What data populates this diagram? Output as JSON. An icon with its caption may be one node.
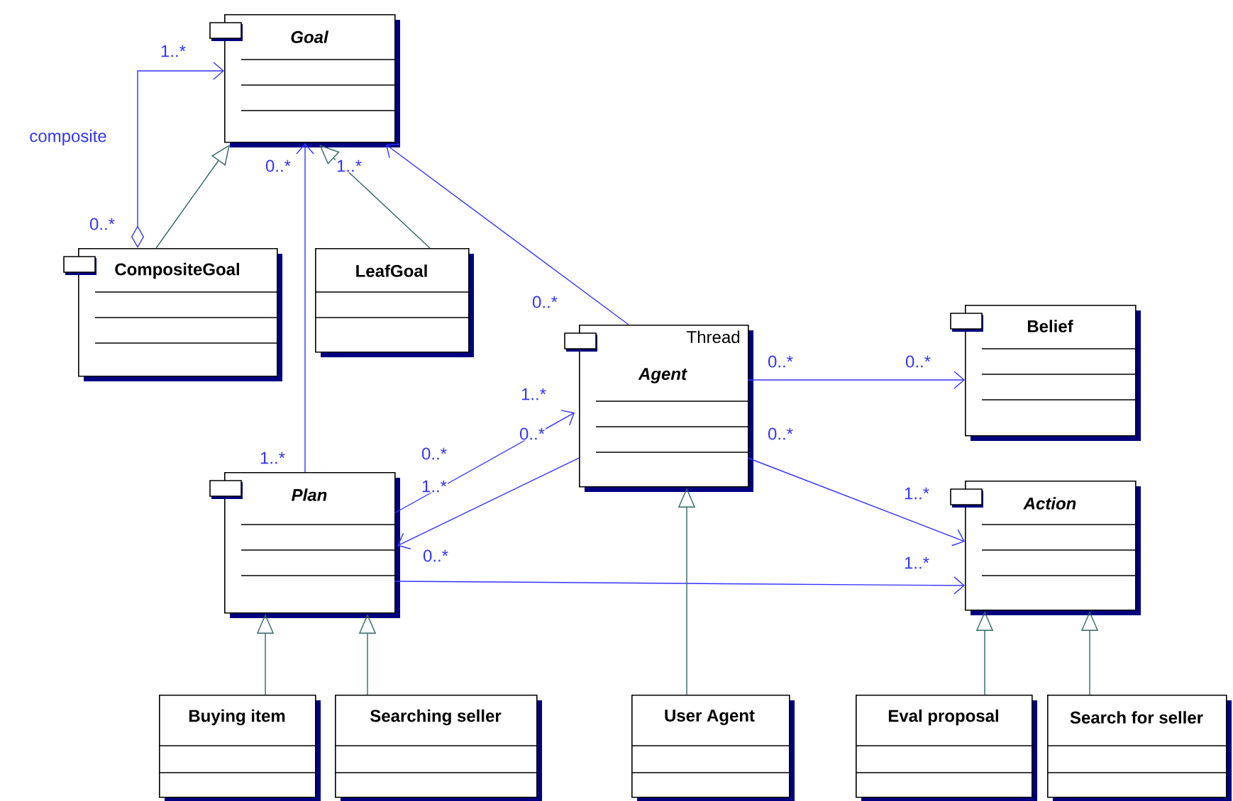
{
  "diagram": {
    "nodes": [
      {
        "text": [
          "Goal"
        ]
      },
      {
        "text": [
          "CompositeGoal"
        ]
      },
      {
        "text": [
          "LeafGoal"
        ]
      },
      {
        "text": [
          "Thread",
          "Agent"
        ]
      },
      {
        "text": [
          "Belief"
        ]
      },
      {
        "text": [
          "Plan"
        ]
      },
      {
        "text": [
          "Action"
        ]
      },
      {
        "text": [
          "Buying item"
        ]
      },
      {
        "text": [
          "Searching seller"
        ]
      },
      {
        "text": [
          "User Agent"
        ]
      },
      {
        "text": [
          "Eval proposal"
        ]
      },
      {
        "text": [
          "Search for seller"
        ]
      }
    ],
    "edges": [
      {
        "from": 1,
        "to": 0,
        "arrow": "to",
        "label": "composite"
      },
      {
        "from": 1,
        "to": 0,
        "arrow": "to",
        "color": "#336666"
      },
      {
        "from": 5,
        "to": 0,
        "arrow": "to"
      },
      {
        "from": 2,
        "to": 0,
        "arrow": "to",
        "color": "#336666"
      },
      {
        "from": 3,
        "to": 0,
        "arrow": "to"
      },
      {
        "from": 5,
        "to": 3,
        "arrow": "to"
      },
      {
        "from": 3,
        "to": 5,
        "arrow": "to"
      },
      {
        "from": 3,
        "to": 4,
        "arrow": "to"
      },
      {
        "from": 3,
        "to": 6,
        "arrow": "to"
      },
      {
        "from": 5,
        "to": 6,
        "arrow": "to"
      },
      {
        "from": 7,
        "to": 5,
        "arrow": "to",
        "color": "#336666"
      },
      {
        "from": 8,
        "to": 5,
        "arrow": "to",
        "color": "#336666"
      },
      {
        "from": 9,
        "to": 3,
        "arrow": "to",
        "color": "#336666"
      },
      {
        "from": 10,
        "to": 6,
        "arrow": "to",
        "color": "#336666"
      },
      {
        "from": 11,
        "to": 6,
        "arrow": "to",
        "color": "#336666"
      }
    ],
    "labels": [
      "1..*",
      "0..*",
      "1..*",
      "0..*",
      "0..*",
      "0..*",
      "0..*",
      "1..*",
      "0..*",
      "0..*",
      "1..*",
      "0..*",
      "1..*",
      "1..*",
      "0..*",
      "1..*"
    ]
  }
}
